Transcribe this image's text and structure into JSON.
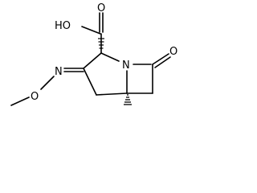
{
  "molecule": {
    "atoms": {
      "hydroxyl": "HO",
      "carbonyl_oxygen_acid": "O",
      "ring_nitrogen": "N",
      "carbonyl_oxygen_lactam": "O",
      "imine_nitrogen": "N",
      "ether_oxygen": "O"
    }
  },
  "colors": {
    "bond": "#000000",
    "label": "#000000",
    "background": "#ffffff"
  }
}
